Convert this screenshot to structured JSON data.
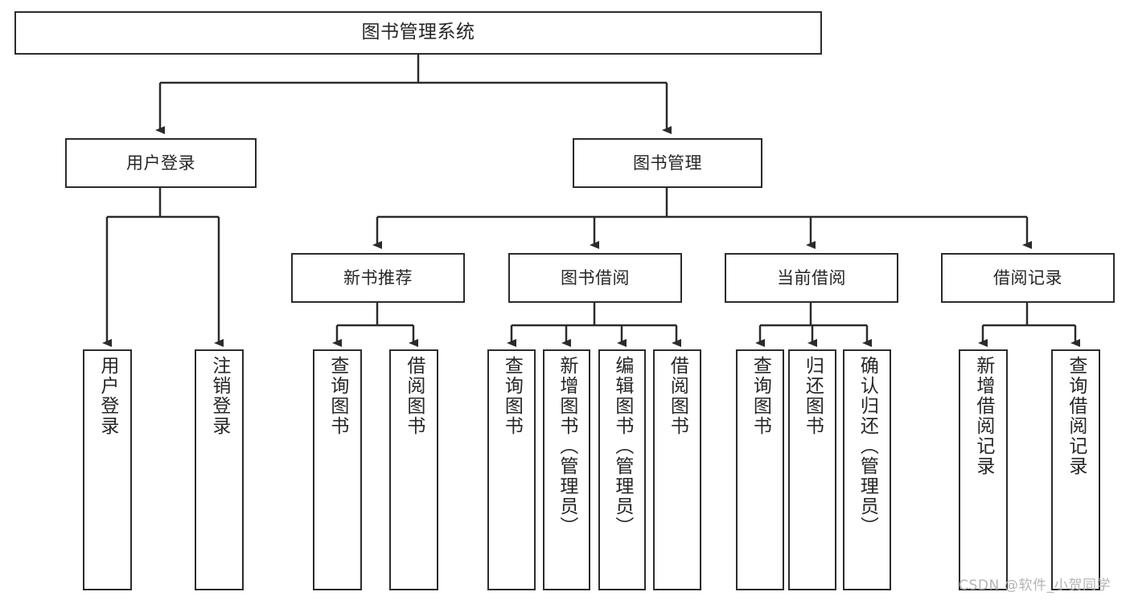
{
  "diagram": {
    "title": "图书管理系统",
    "type": "tree-structure-chart",
    "line_color": "#2b2b2b",
    "box_fill": "#ffffff",
    "watermark": "CSDN @软件_小贺同学",
    "nodes": {
      "root": {
        "label": "图书管理系统"
      },
      "login": {
        "label": "用户登录"
      },
      "bookmgmt": {
        "label": "图书管理"
      },
      "newbook": {
        "label": "新书推荐"
      },
      "borrow": {
        "label": "图书借阅"
      },
      "current": {
        "label": "当前借阅"
      },
      "record": {
        "label": "借阅记录"
      },
      "login_1": {
        "label": "用户登录"
      },
      "login_2": {
        "label": "注销登录"
      },
      "newbook_1": {
        "label": "查询图书"
      },
      "newbook_2": {
        "label": "借阅图书"
      },
      "borrow_1": {
        "label": "查询图书"
      },
      "borrow_2": {
        "label": "新增图书（管理员）"
      },
      "borrow_3": {
        "label": "编辑图书（管理员）"
      },
      "borrow_4": {
        "label": "借阅图书"
      },
      "current_1": {
        "label": "查询图书"
      },
      "current_2": {
        "label": "归还图书"
      },
      "current_3": {
        "label": "确认归还（管理员）"
      },
      "record_1": {
        "label": "新增借阅记录"
      },
      "record_2": {
        "label": "查询借阅记录"
      }
    }
  }
}
